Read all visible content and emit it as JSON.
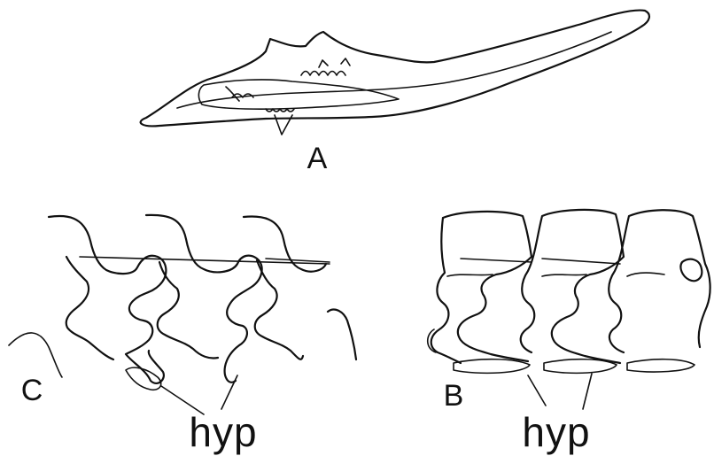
{
  "figure": {
    "panels": {
      "A": {
        "label": "A"
      },
      "B": {
        "label": "B",
        "annotation": "hyp"
      },
      "C": {
        "label": "C",
        "annotation": "hyp"
      }
    }
  }
}
